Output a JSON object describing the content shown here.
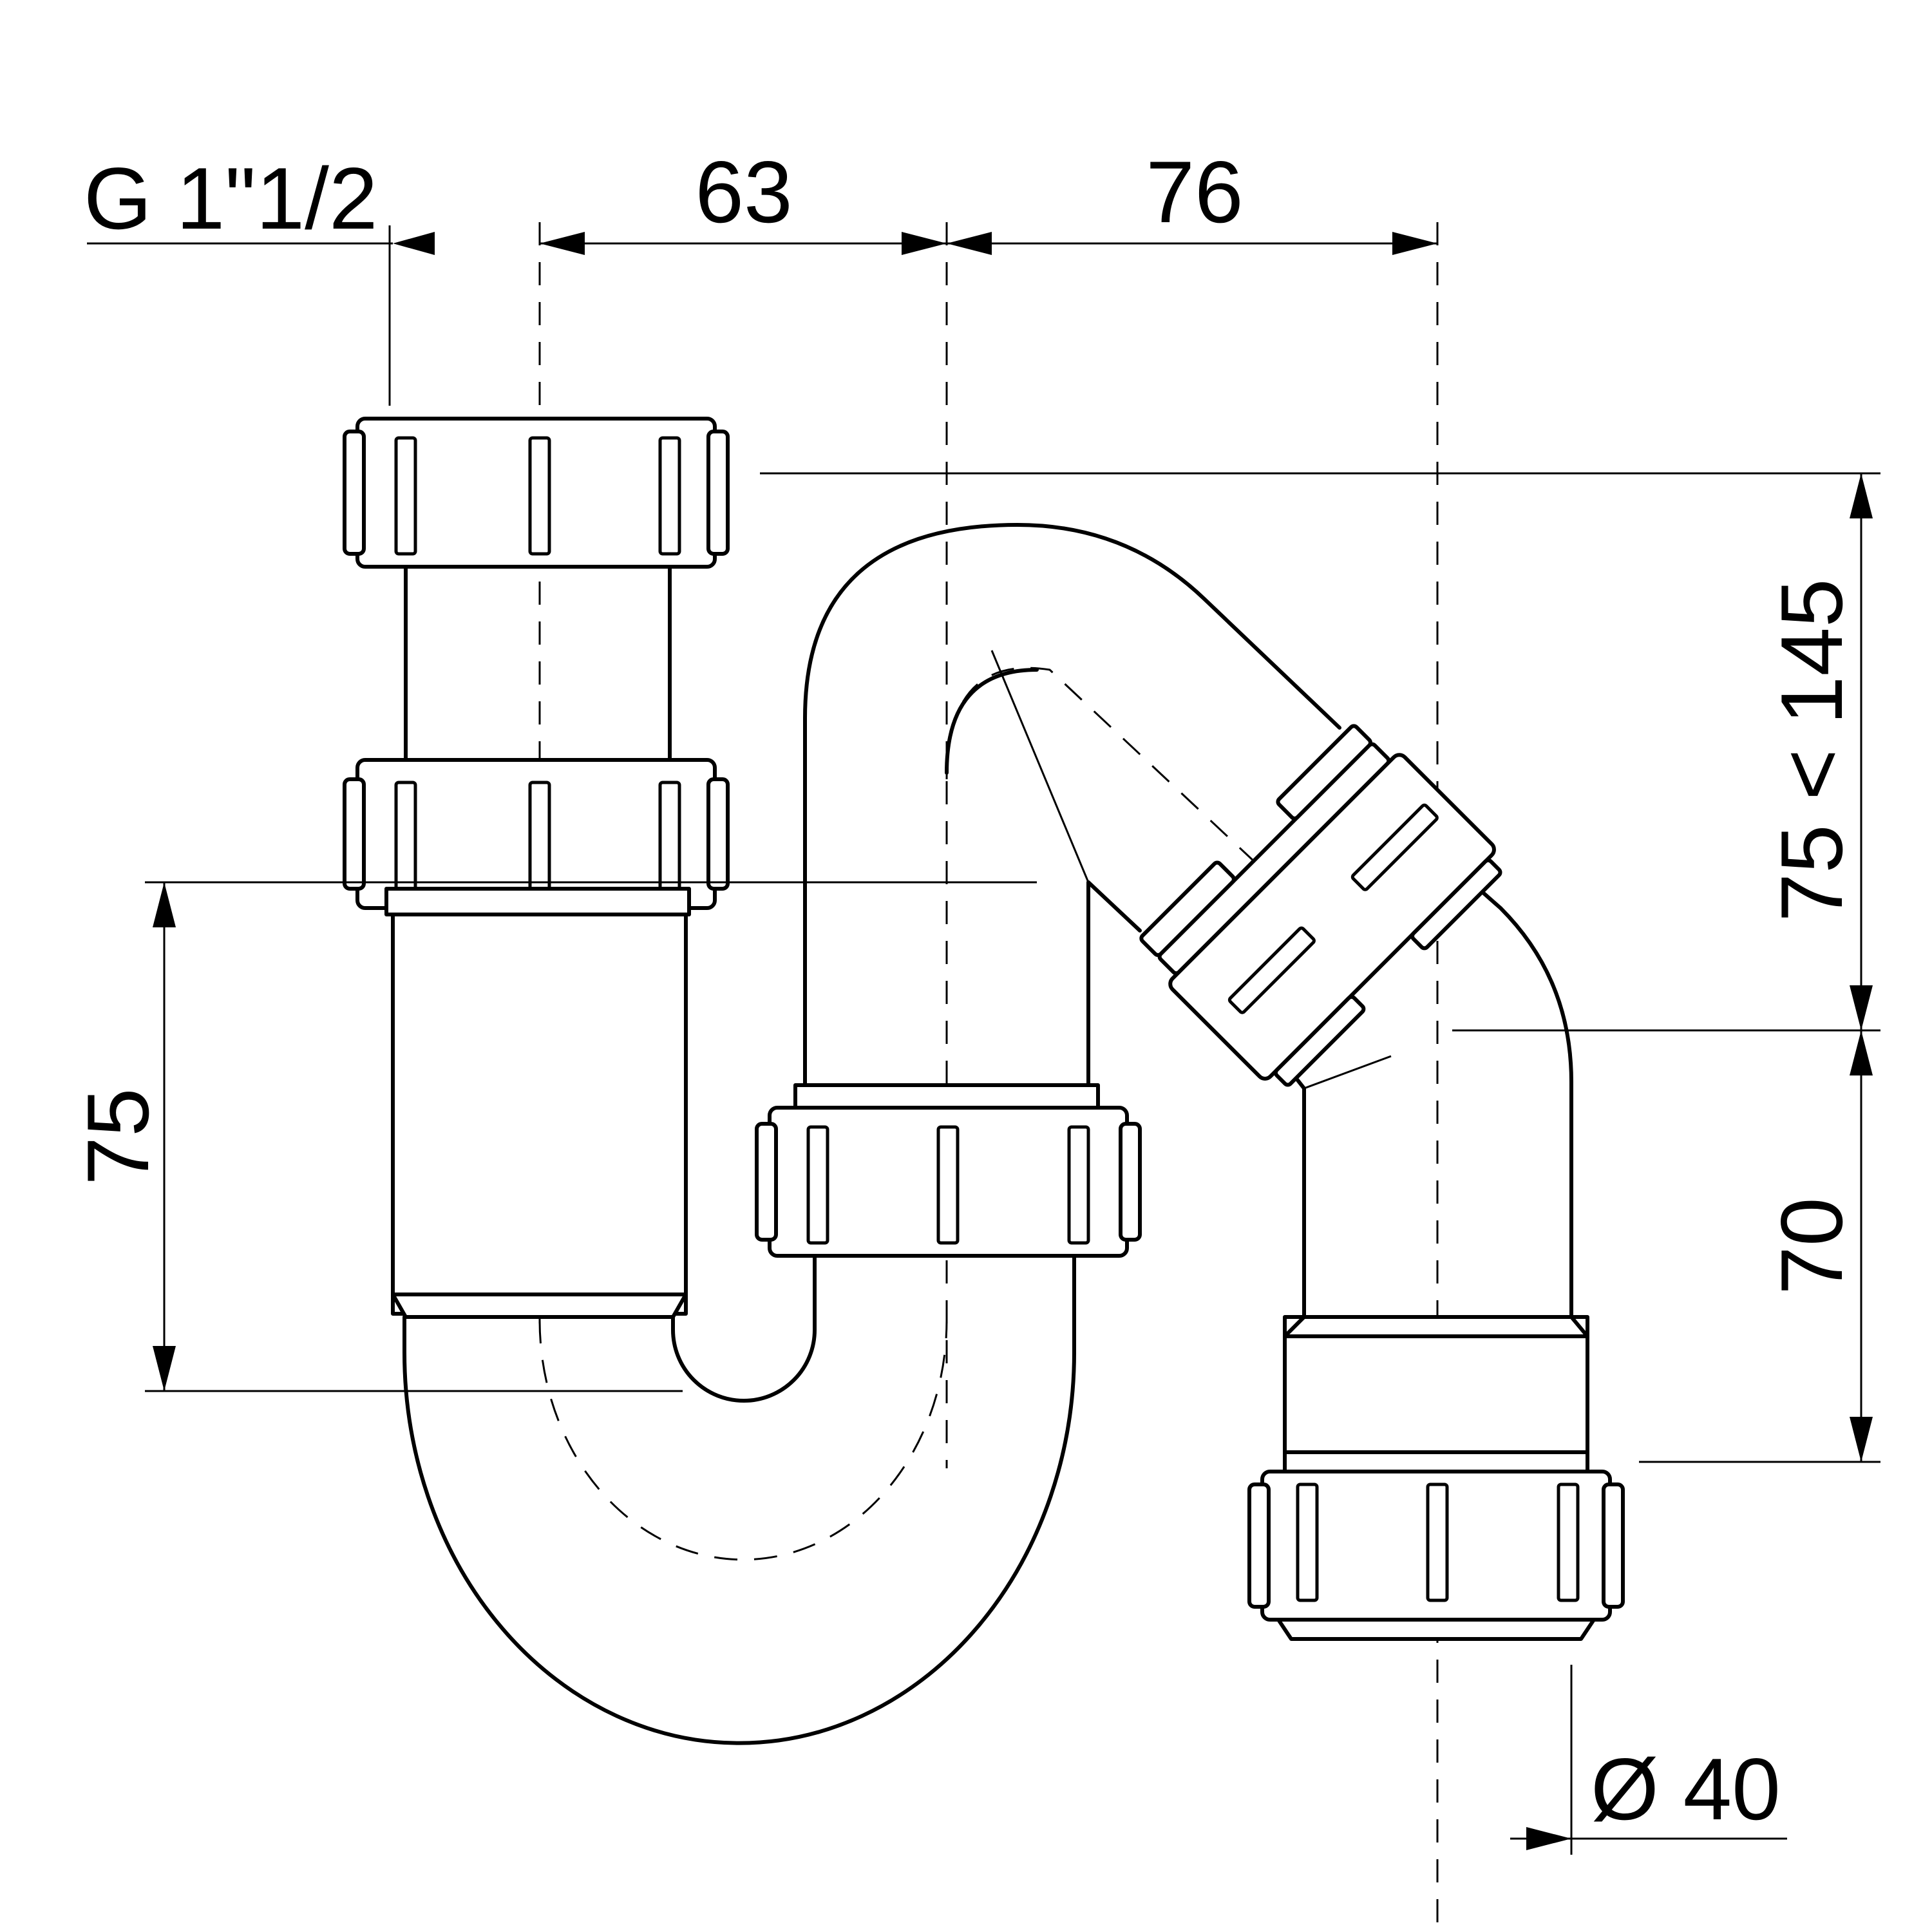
{
  "dimensions": {
    "thread_label": "G 1\"1/2",
    "span_left": "63",
    "span_right": "76",
    "inlet_height": "75",
    "adjust_range": "75 < 145",
    "outlet_height": "70",
    "outlet_diameter": "Ø 40"
  },
  "colors": {
    "line": "#000000",
    "background": "#ffffff"
  }
}
